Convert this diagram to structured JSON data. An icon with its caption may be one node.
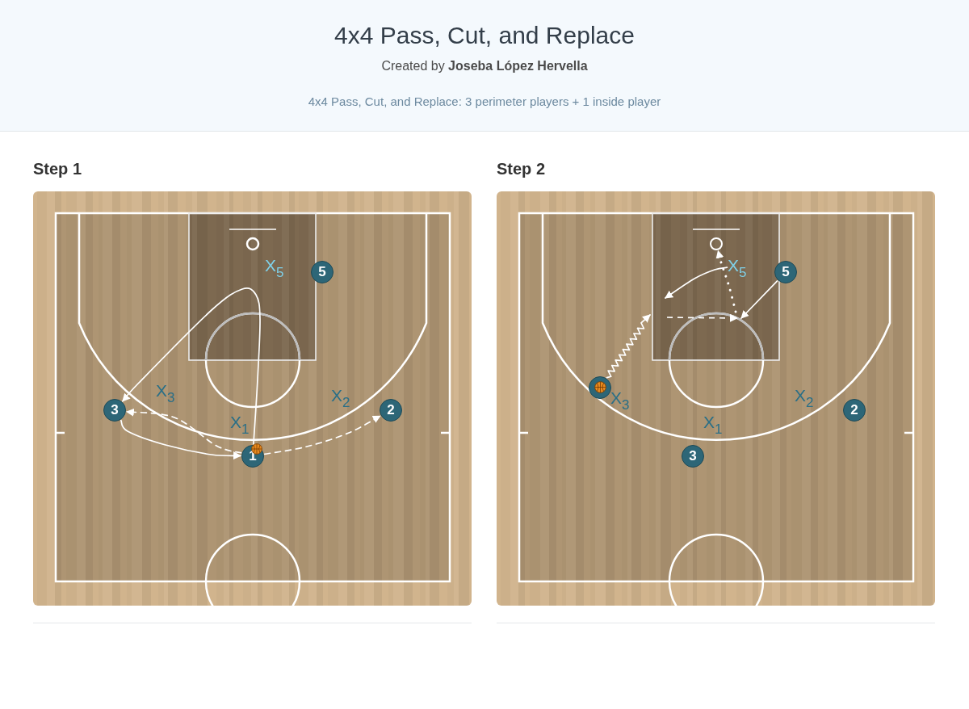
{
  "diagram": {
    "title": "4x4 Pass, Cut, and Replace",
    "nodes": [
      {
        "text": [
          "Step 1"
        ]
      },
      {
        "text": [
          "5"
        ],
        "in": 0
      },
      {
        "text": [
          "3"
        ],
        "in": 0
      },
      {
        "text": [
          "2"
        ],
        "in": 0
      },
      {
        "text": [
          "1"
        ],
        "in": 0
      },
      {
        "text": [
          "Step 2"
        ]
      },
      {
        "text": [],
        "shape": "circle",
        "in": 5
      },
      {
        "text": [
          "X$_{5}$"
        ],
        "in": 5
      },
      {
        "text": [
          "5"
        ],
        "in": 5
      },
      {
        "text": [],
        "shape": "circle",
        "in": 5
      },
      {
        "text": [
          "2"
        ],
        "in": 5
      },
      {
        "text": [
          "3"
        ],
        "in": 5
      }
    ],
    "edges": [
      {
        "from": 2,
        "to": 4,
        "arrow": "to"
      },
      {
        "from": 4,
        "to": 2,
        "arrow": "to"
      },
      {
        "from": 4,
        "to": 3,
        "arrow": "to",
        "style": "dashed"
      },
      {
        "from": 4,
        "to": 2,
        "arrow": "to",
        "style": "dashed"
      },
      {
        "from": 9,
        "to": null,
        "arrow": "to"
      },
      {
        "from": 8,
        "to": null,
        "arrow": "to"
      },
      {
        "from": null,
        "to": 6,
        "arrow": "to",
        "style": "dashed"
      },
      {
        "from": 7,
        "to": null,
        "arrow": "to"
      }
    ],
    "labels": [
      "Created by **Joseba López Hervella**",
      "4x4 Pass, Cut, and Replace: 3 perimeter players + 1 inside player",
      "X$_{5}$",
      "X$_{3}$",
      "X$_{2}$",
      "X$_{1}$",
      "X$_{3}$",
      "X$_{2}$",
      "X$_{1}$"
    ]
  }
}
